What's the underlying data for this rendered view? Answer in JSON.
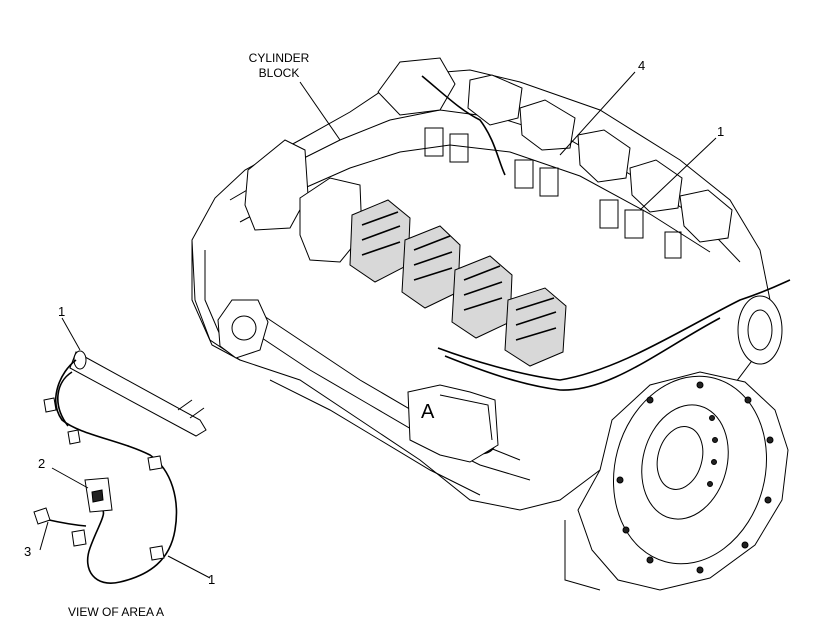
{
  "labels": {
    "cylinder_block_line1": "CYLINDER",
    "cylinder_block_line2": "BLOCK",
    "callout_4": "4",
    "callout_1_top": "1",
    "callout_1_detail_top": "1",
    "callout_1_detail_bottom": "1",
    "callout_2": "2",
    "callout_3": "3",
    "area_marker": "A",
    "view_caption": "VIEW OF AREA A"
  }
}
